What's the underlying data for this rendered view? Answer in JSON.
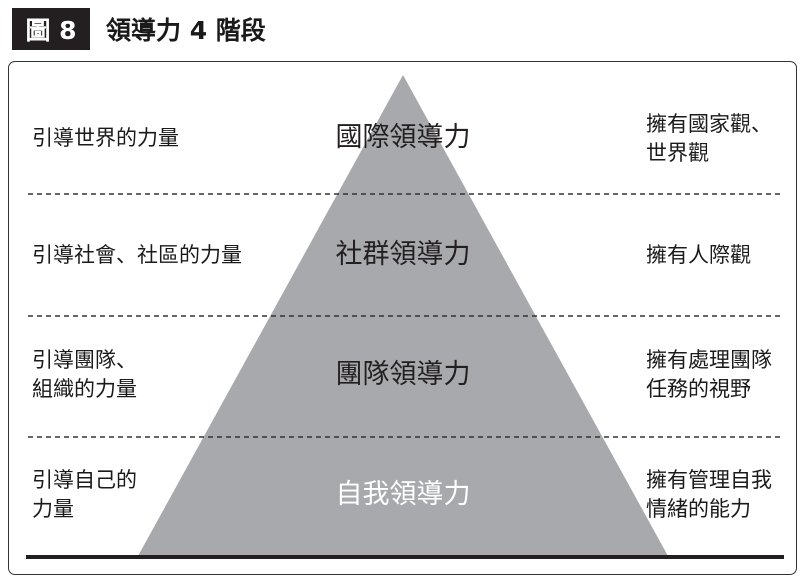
{
  "figure": {
    "label": "圖 8",
    "title": "領導力 4 階段"
  },
  "colors": {
    "pyramid_fill": "#a7a9ac",
    "level_text": "#231f20",
    "bottom_level_text": "#ffffff",
    "badge_bg": "#231f20"
  },
  "levels": [
    {
      "name": "國際領導力",
      "left": [
        "引導世界的力量"
      ],
      "right": [
        "擁有國家觀、",
        "世界觀"
      ]
    },
    {
      "name": "社群領導力",
      "left": [
        "引導社會、社區的力量"
      ],
      "right": [
        "擁有人際觀"
      ]
    },
    {
      "name": "團隊領導力",
      "left": [
        "引導團隊、",
        "組織的力量"
      ],
      "right": [
        "擁有處理團隊",
        "任務的視野"
      ]
    },
    {
      "name": "自我領導力",
      "left": [
        "引導自己的",
        "力量"
      ],
      "right": [
        "擁有管理自我",
        "情緒的能力"
      ]
    }
  ]
}
